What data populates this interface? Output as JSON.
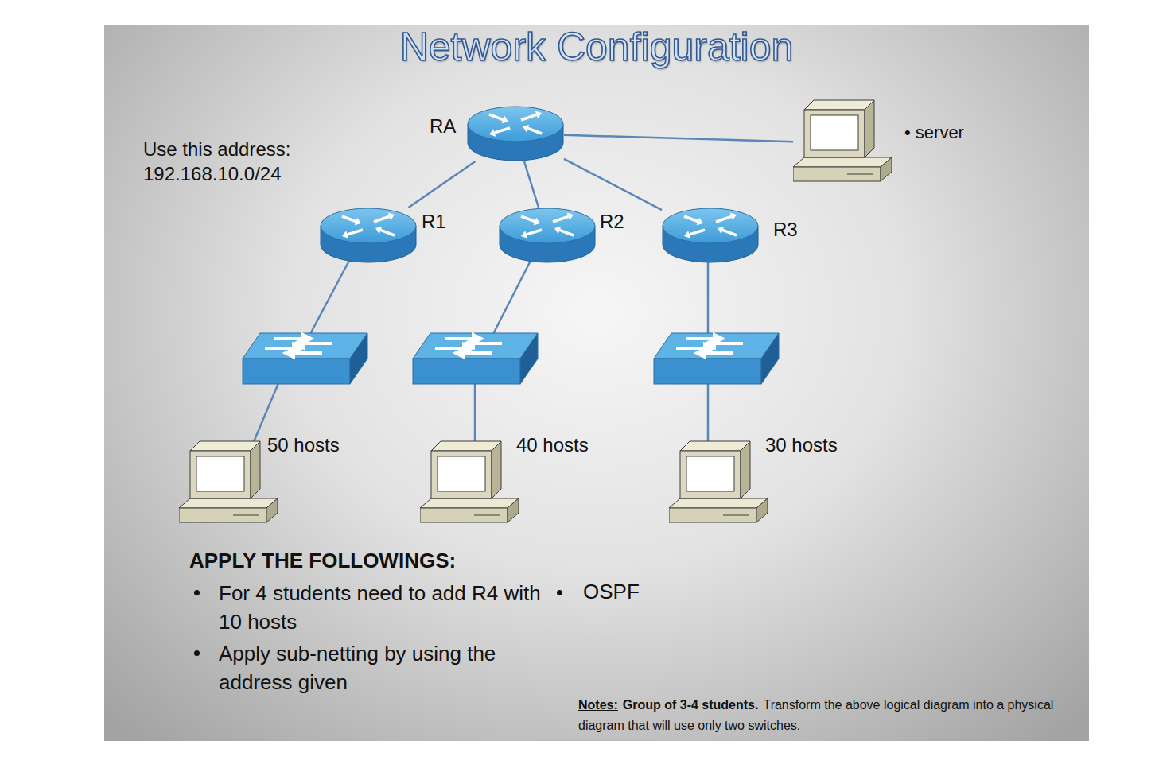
{
  "diagram": {
    "title": "Network Configuration",
    "nodes": [
      {
        "text": [
          "RA"
        ]
      },
      {
        "text": [
          "• server"
        ]
      },
      {
        "text": [
          "R1"
        ]
      },
      {
        "text": [
          "R2"
        ]
      },
      {
        "text": [
          "R3"
        ]
      },
      {
        "text": [
          "50 hosts"
        ]
      },
      {
        "text": [
          "40 hosts"
        ]
      },
      {
        "text": [
          "30 hosts"
        ]
      }
    ],
    "edges": [
      {
        "from": 0,
        "to": 1,
        "arrow": "none"
      },
      {
        "from": 0,
        "to": 2,
        "arrow": "none"
      },
      {
        "from": 0,
        "to": 3,
        "arrow": "none"
      },
      {
        "from": 0,
        "to": 4,
        "arrow": "none"
      }
    ],
    "labels": [
      "Use this address: 192.168.10.0/24",
      "APPLY THE FOLLOWINGS:",
      "For 4 students need to add R4 with 10 hosts",
      "Apply sub-netting by using the address given",
      "OSPF",
      "Notes:",
      "Group of 3-4 students.",
      "Transform the above logical diagram into a physical diagram that will use only two switches."
    ]
  }
}
